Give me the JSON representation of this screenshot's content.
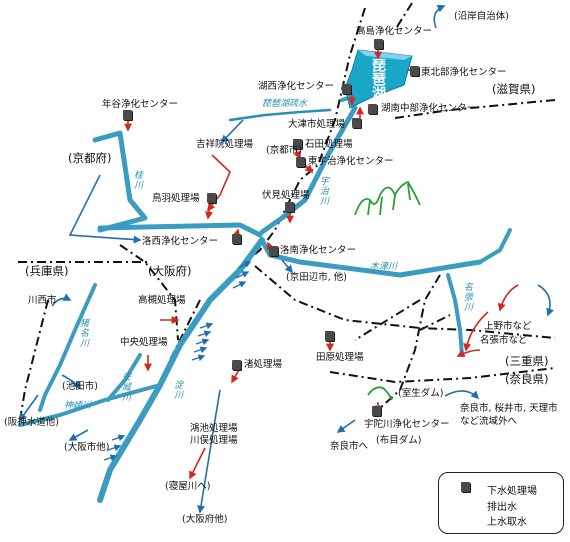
{
  "lake": {
    "label": "琵琶湖",
    "color": "#1aa6c9"
  },
  "colors": {
    "river": "#3a9cc0",
    "discharge": "#d4281e",
    "intake": "#1f6fb0",
    "boundary": "#111111",
    "mountain": "#2f9e3a"
  },
  "prefectures": {
    "kyoto": "(京都府)",
    "shiga": "(滋賀県)",
    "hyogo": "(兵庫県)",
    "osaka": "(大阪府)",
    "mie": "(三重県)",
    "nara": "(奈良県)"
  },
  "rivers": {
    "katsura": "桂川",
    "uji": "宇治川",
    "kizu": "木津川",
    "nabari": "名張川",
    "yodo": "淀川",
    "ina": "猪名川",
    "yasu": "安威川",
    "kanzaki": "神崎川",
    "biwako_canal": "琵琶湖疏水"
  },
  "plants": {
    "takashima": "高島浄化センター",
    "kosei": "湖西浄化センター",
    "tohokubu": "東北部浄化センター",
    "konan": "湖南中部浄化センター",
    "otsu": "大津市処理場",
    "ishida": "石田処理場",
    "higashiuji": "東宇治浄化センター",
    "nenya": "年谷浄化センター",
    "kisshoin": "吉祥院処理場",
    "toba": "鳥羽処理場",
    "fushimi": "伏見処理場",
    "rakusai": "洛西浄化センター",
    "rakunan": "洛南浄化センター",
    "takatsuki": "高槻処理場",
    "chuo": "中央処理場",
    "nagisa": "渚処理場",
    "kounoike": "鴻池処理場",
    "kawamata": "川俣処理場",
    "tawara": "田原処理場",
    "uda": "宇陀川浄化センター"
  },
  "places": {
    "engan": "(沿岸自治体)",
    "kyoto_city": "(京都市)",
    "kyotanabe": "(京田辺市, 他)",
    "kawanishi": "川西市",
    "ikeda": "(池田市)",
    "hanshin": "(阪神水道他)",
    "osaka_city": "(大阪市他)",
    "neya": "(寝屋川へ)",
    "osaka_pref": "(大阪府他)",
    "ueno": "上野市など",
    "nabari_city": "名張市など",
    "muro_dam": "(室生ダム)",
    "nara_list_1": "奈良市, 桜井市, 天理市",
    "nara_list_2": "など流域外へ",
    "nara_to": "奈良市へ",
    "hirachi_dam": "(布目ダム)"
  },
  "legend": {
    "plant": "下水処理場",
    "discharge": "排出水",
    "intake": "上水取水"
  }
}
